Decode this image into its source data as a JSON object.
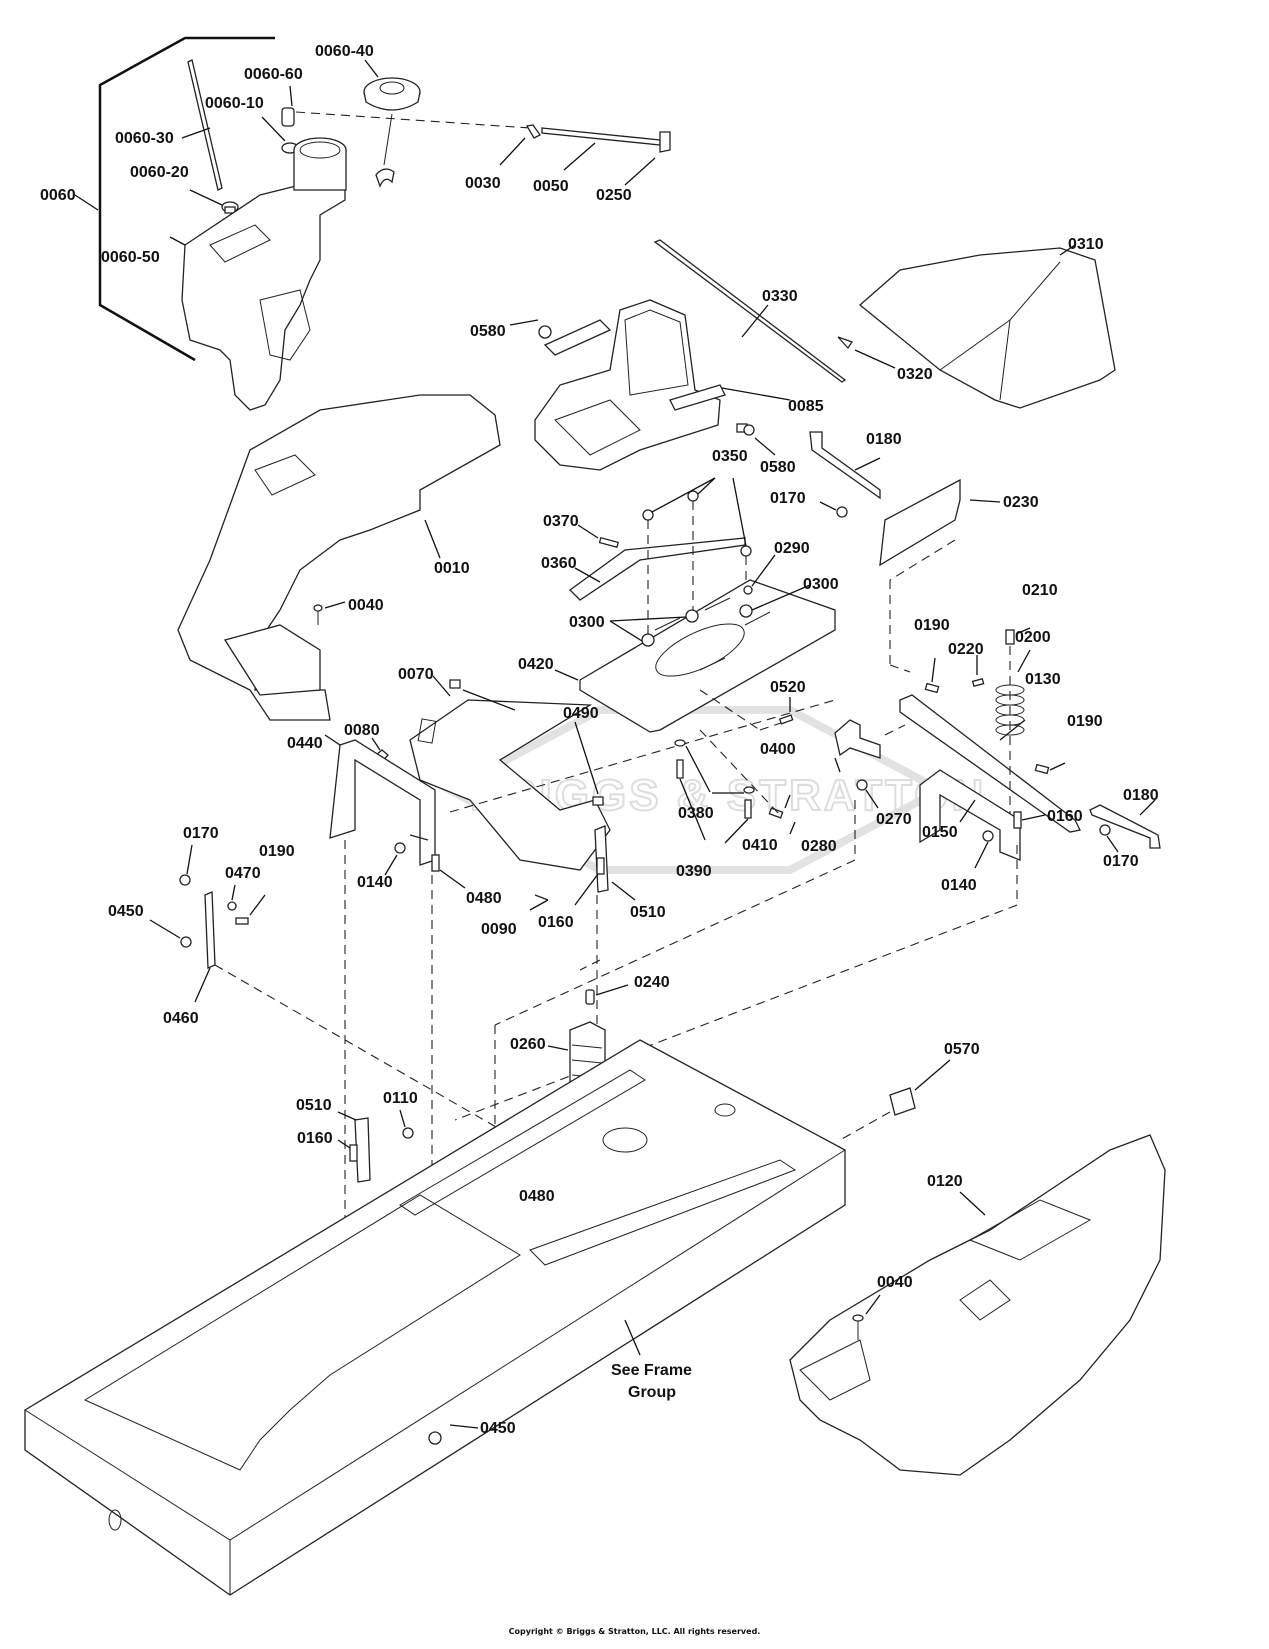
{
  "diagram": {
    "title": "Exploded parts diagram - body, fuel tank, seat and frame mounting",
    "watermark": "BRIGGS & STRATTON",
    "footer": "Copyright © Briggs & Stratton, LLC. All rights reserved.",
    "note": "See Frame Group",
    "labels": {
      "p0060": "0060",
      "p0060_10": "0060-10",
      "p0060_20": "0060-20",
      "p0060_30": "0060-30",
      "p0060_40": "0060-40",
      "p0060_50": "0060-50",
      "p0060_60": "0060-60",
      "p0030": "0030",
      "p0050": "0050",
      "p0250": "0250",
      "p0310": "0310",
      "p0330": "0330",
      "p0320": "0320",
      "p0580a": "0580",
      "p0580b": "0580",
      "p0085": "0085",
      "p0180a": "0180",
      "p0180b": "0180",
      "p0170a": "0170",
      "p0170b": "0170",
      "p0170c": "0170",
      "p0230": "0230",
      "p0350": "0350",
      "p0370": "0370",
      "p0360": "0360",
      "p0290": "0290",
      "p0300a": "0300",
      "p0300b": "0300",
      "p0010": "0010",
      "p0040a": "0040",
      "p0040b": "0040",
      "p0210": "0210",
      "p0190a": "0190",
      "p0190b": "0190",
      "p0190c": "0190",
      "p0220": "0220",
      "p0200": "0200",
      "p0130": "0130",
      "p0420": "0420",
      "p0070": "0070",
      "p0490": "0490",
      "p0080": "0080",
      "p0520": "0520",
      "p0400": "0400",
      "p0380": "0380",
      "p0280": "0280",
      "p0270": "0270",
      "p0410": "0410",
      "p0390": "0390",
      "p0440": "0440",
      "p0140a": "0140",
      "p0140b": "0140",
      "p0480a": "0480",
      "p0480b": "0480",
      "p0090": "0090",
      "p0160a": "0160",
      "p0160b": "0160",
      "p0160c": "0160",
      "p0510a": "0510",
      "p0510b": "0510",
      "p0150": "0150",
      "p0470": "0470",
      "p0450a": "0450",
      "p0450b": "0450",
      "p0460": "0460",
      "p0240": "0240",
      "p0260": "0260",
      "p0570": "0570",
      "p0110": "0110",
      "p0120": "0120"
    }
  }
}
